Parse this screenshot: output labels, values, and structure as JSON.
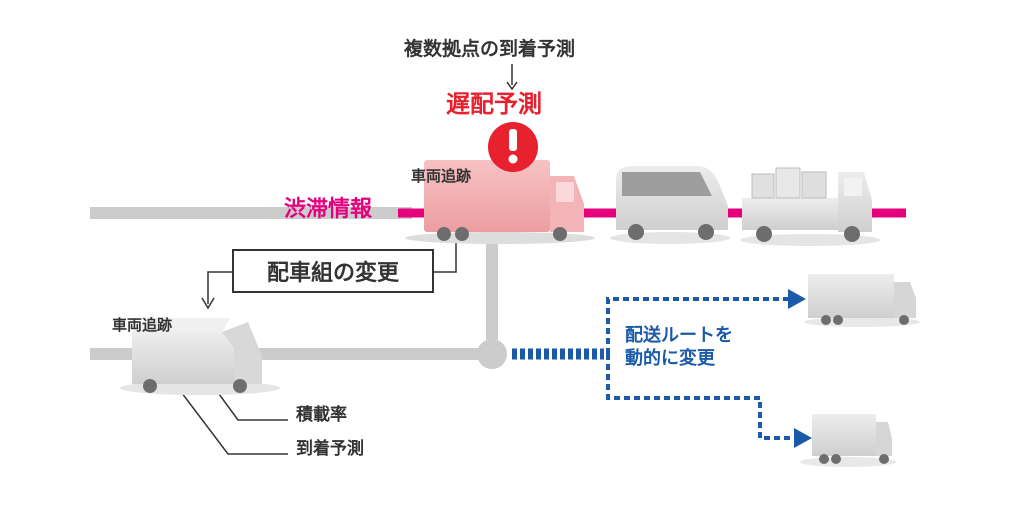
{
  "labels": {
    "multi_point_forecast": "複数拠点の到着予測",
    "delay_forecast": "遅配予測",
    "vehicle_tracking_top": "車両追跡",
    "traffic_info": "渋滞情報",
    "dispatch_change": "配車組の変更",
    "vehicle_tracking_bottom": "車両追跡",
    "load_rate": "積載率",
    "arrival_forecast": "到着予測",
    "dynamic_route_line1": "配送ルートを",
    "dynamic_route_line2": "動的に変更"
  },
  "colors": {
    "traffic_magenta": "#e5007e",
    "alert_red": "#e8212e",
    "route_blue": "#1b5aa8",
    "road_gray": "#cccccc",
    "text_dark": "#333333"
  }
}
